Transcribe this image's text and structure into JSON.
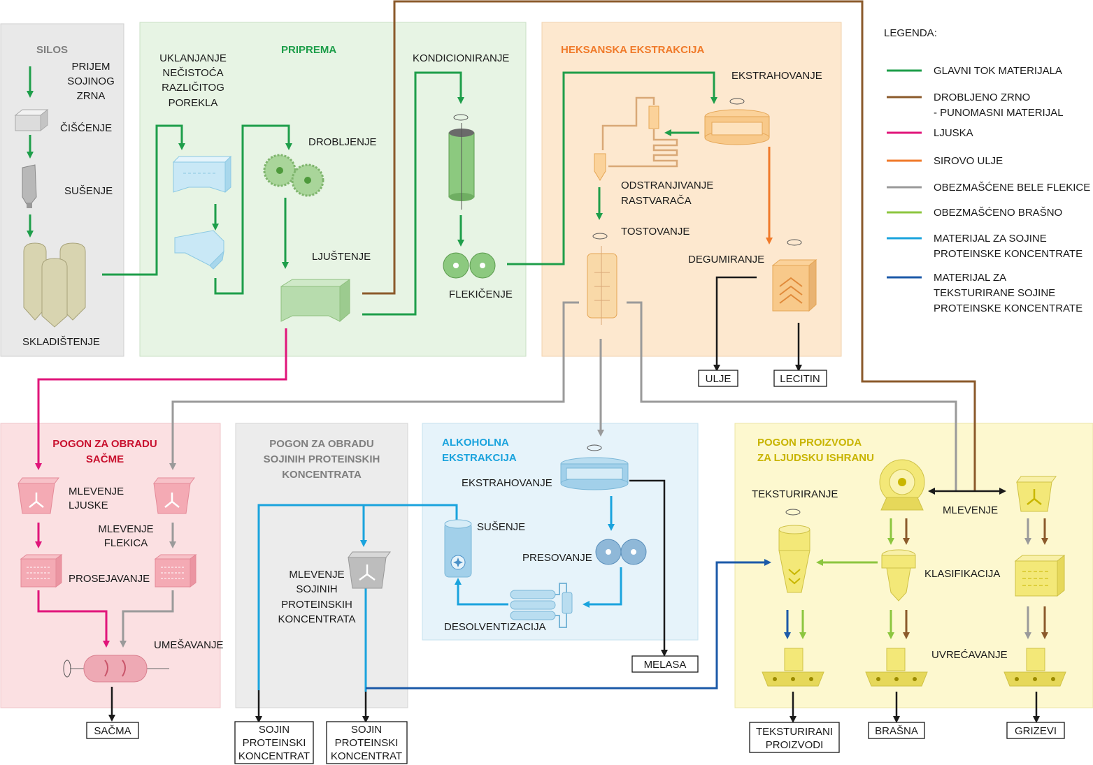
{
  "sections": {
    "silos": "SILOS",
    "priprema": "PRIPREMA",
    "heksanska": "HEKSANSKA EKSTRAKCIJA",
    "sacma_plant": [
      "POGON ZA OBRADU",
      "SAČME"
    ],
    "spk_plant": [
      "POGON ZA OBRADU",
      "SOJINIH PROTEINSKIH",
      "KONCENTRATA"
    ],
    "alkoholna": [
      "ALKOHOLNA",
      "EKSTRAKCIJA"
    ],
    "ljudska": [
      "POGON PROIZVODA",
      "ZA LJUDSKU ISHRANU"
    ]
  },
  "steps": {
    "prijem": [
      "PRIJEM",
      "SOJINOG",
      "ZRNA"
    ],
    "ciscenje": "ČIŠĆENJE",
    "susenje": "SUŠENJE",
    "skladistenje": "SKLADIŠTENJE",
    "uklanjanje": [
      "UKLANJANJE",
      "NEČISTOĆA",
      "RAZLIČITOG",
      "POREKLA"
    ],
    "drobljenje": "DROBLJENJE",
    "ljustenje": "LJUŠTENJE",
    "kondicioniranje": "KONDICIONIRANJE",
    "flekicenje": "FLEKIČENJE",
    "ekstrahovanje": "EKSTRAHOVANJE",
    "odstranjivanje": [
      "ODSTRANJIVANJE",
      "RASTVARAČA"
    ],
    "tostovanje": "TOSTOVANJE",
    "degumiranje": "DEGUMIRANJE",
    "mlevenje_ljuske": [
      "MLEVENJE",
      "LJUSKE"
    ],
    "mlevenje_flekica": [
      "MLEVENJE",
      "FLEKICA"
    ],
    "prosejavanje": "PROSEJAVANJE",
    "umesavanje": "UMEŠAVANJE",
    "mlevenje_spk": [
      "MLEVENJE",
      "SOJINIH",
      "PROTEINSKIH",
      "KONCENTRATA"
    ],
    "ekstrahovanje2": "EKSTRAHOVANJE",
    "susenje2": "SUŠENJE",
    "presovanje": "PRESOVANJE",
    "desolventizacija": "DESOLVENTIZACIJA",
    "teksturiranje": "TEKSTURIRANJE",
    "mlevenje": "MLEVENJE",
    "klasifikacija": "KLASIFIKACIJA",
    "uvrecavanje": "UVREĆAVANJE"
  },
  "outputs": {
    "ulje": "ULJE",
    "lecitin": "LECITIN",
    "sacma": "SAČMA",
    "spk1": [
      "SOJIN",
      "PROTEINSKI",
      "KONCENTRAT"
    ],
    "spk2": [
      "SOJIN",
      "PROTEINSKI",
      "KONCENTRAT"
    ],
    "melasa": "MELASA",
    "teksturirani": [
      "TEKSTURIRANI",
      "PROIZVODI"
    ],
    "brasna": "BRAŠNA",
    "grizevi": "GRIZEVI"
  },
  "legend": {
    "title": "LEGENDA:",
    "items": [
      {
        "lines": [
          "GLAVNI TOK MATERIJALA"
        ],
        "color": "#1e9e4a"
      },
      {
        "lines": [
          "DROBLJENO ZRNO",
          "- PUNOMASNI MATERIJAL"
        ],
        "color": "#8b5a2b"
      },
      {
        "lines": [
          "LJUSKA"
        ],
        "color": "#e0157a"
      },
      {
        "lines": [
          "SIROVO ULJE"
        ],
        "color": "#f07a2a"
      },
      {
        "lines": [
          "OBEZMAŠĆENE BELE FLEKICE"
        ],
        "color": "#9a9a9a"
      },
      {
        "lines": [
          "OBEZMAŠĆENO BRAŠNO"
        ],
        "color": "#8cc63f"
      },
      {
        "lines": [
          "MATERIJAL ZA SOJINE",
          "PROTEINSKE KONCENTRATE"
        ],
        "color": "#1aa3dd"
      },
      {
        "lines": [
          "MATERIJAL ZA",
          "TEKSTURIRANE SOJINE",
          "PROTEINSKE KONCENTRATE"
        ],
        "color": "#1c5aa8"
      }
    ]
  },
  "colors": {
    "green": "#1e9e4a",
    "brown": "#8b5a2b",
    "magenta": "#e0157a",
    "orange": "#f07a2a",
    "gray": "#9a9a9a",
    "lightgreen": "#8cc63f",
    "cyan": "#1aa3dd",
    "blue": "#1c5aa8",
    "section_silos": "#e9e9e9",
    "section_priprema": "#e7f4e4",
    "section_heksan": "#fde8cf",
    "section_sacma": "#fbe0e2",
    "section_spk": "#ececec",
    "section_alkohol": "#e6f3fa",
    "section_ljudska": "#fdf8cf"
  },
  "icons": [
    "silo-icon",
    "cleaner-icon",
    "dryer-icon",
    "crusher-icon",
    "conditioner-icon",
    "flaker-icon",
    "extractor-icon",
    "toaster-icon",
    "degummer-icon",
    "mill-icon",
    "sieve-icon",
    "mixer-icon",
    "extruder-icon",
    "classifier-icon",
    "bagging-icon"
  ]
}
